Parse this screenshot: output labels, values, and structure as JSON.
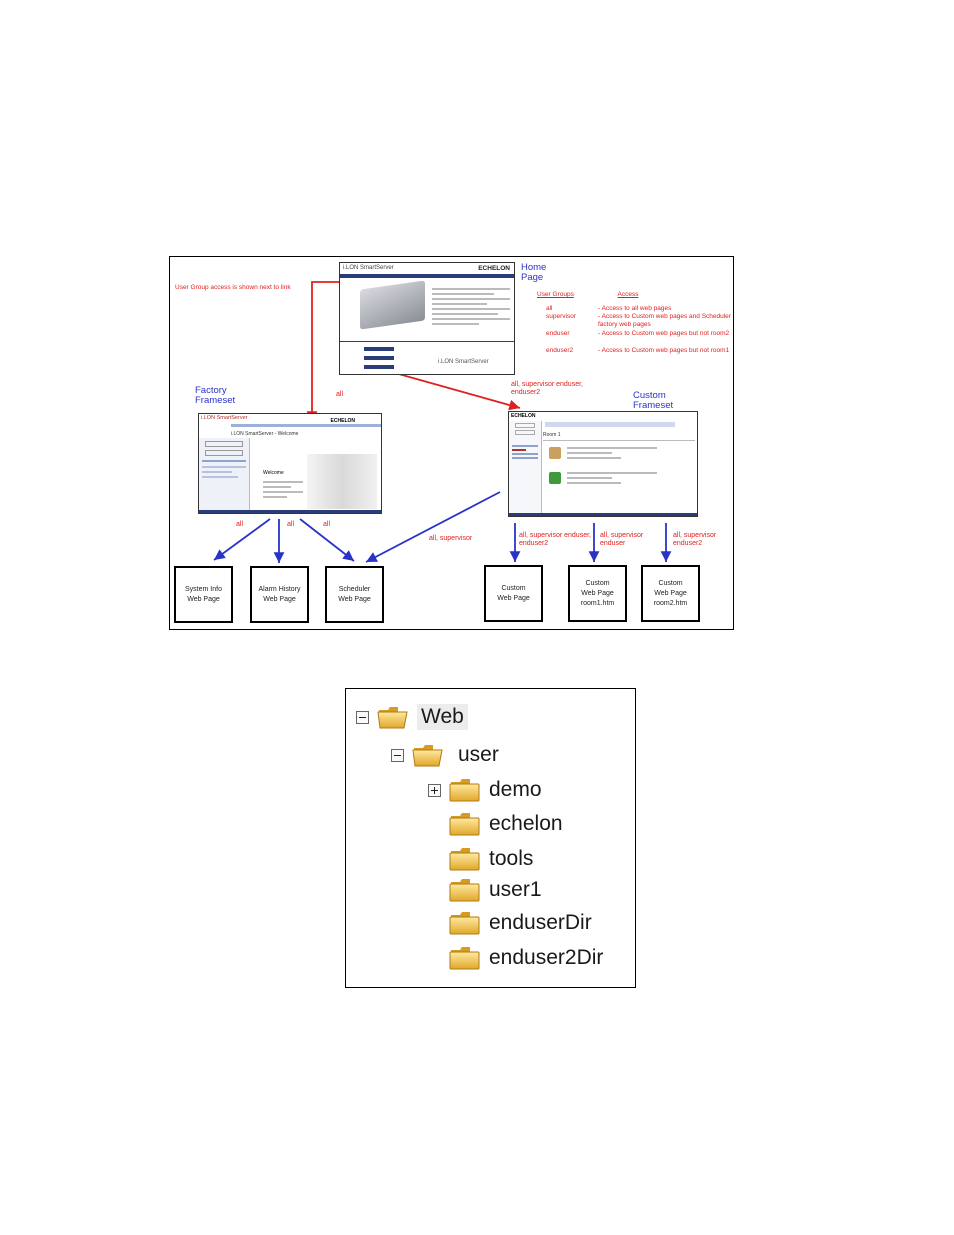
{
  "diagram": {
    "note": "User Group access is shown next to link",
    "home_page": "Home Page",
    "factory_frameset": "Factory Frameset",
    "custom_frameset": "Custom Frameset",
    "legend": {
      "header_groups": "User Groups",
      "header_access": "Access",
      "rows": [
        {
          "group": "all",
          "access": "- Access to all web pages"
        },
        {
          "group": "supervisor",
          "access": "- Access to Custom web pages and Scheduler factory web pages"
        },
        {
          "group": "enduser",
          "access": "- Access to Custom web pages but not room2"
        },
        {
          "group": "enduser2",
          "access": "- Access to Custom web pages but not room1"
        }
      ]
    },
    "home_brand": "i.LON SmartServer",
    "home_logo": "ECHELON",
    "home_footer": "i.LON SmartServer",
    "factory_brand": "i.LON SmartServer",
    "factory_logo": "ECHELON",
    "factory_title": "i.LON SmartServer - Welcome",
    "factory_welcome": "Welcome",
    "custom_logo": "ECHELON",
    "custom_room": "Room 1",
    "link_labels": {
      "home_to_factory": "all",
      "home_to_custom": "all, supervisor enduser, enduser2",
      "factory_sys": "all",
      "factory_alarm": "all",
      "factory_sched": "all",
      "custom_sched": "all, supervisor",
      "custom_web": "all, supervisor enduser, enduser2",
      "custom_room1": "all, supervisor enduser",
      "custom_room2": "all, supervisor enduser2"
    },
    "pages": [
      {
        "id": "sysinfo",
        "lines": [
          "System Info",
          "Web Page"
        ]
      },
      {
        "id": "alarm",
        "lines": [
          "Alarm History",
          "Web Page"
        ]
      },
      {
        "id": "sched",
        "lines": [
          "Scheduler",
          "Web Page"
        ]
      },
      {
        "id": "custom",
        "lines": [
          "Custom",
          "Web Page"
        ]
      },
      {
        "id": "room1",
        "lines": [
          "Custom",
          "Web Page",
          "room1.htm"
        ]
      },
      {
        "id": "room2",
        "lines": [
          "Custom",
          "Web Page",
          "room2.htm"
        ]
      }
    ],
    "colors": {
      "red": "#e02020",
      "blue": "#2a33c8",
      "folder": "#f2c94c"
    }
  },
  "tree": {
    "nodes": [
      {
        "label": "Web",
        "toggle": "minus",
        "level": 0
      },
      {
        "label": "user",
        "toggle": "minus",
        "level": 1
      },
      {
        "label": "demo",
        "toggle": "plus",
        "level": 2
      },
      {
        "label": "echelon",
        "toggle": "none",
        "level": 2
      },
      {
        "label": "tools",
        "toggle": "none",
        "level": 2
      },
      {
        "label": "user1",
        "toggle": "none",
        "level": 2
      },
      {
        "label": "enduserDir",
        "toggle": "none",
        "level": 2
      },
      {
        "label": "enduser2Dir",
        "toggle": "none",
        "level": 2
      }
    ]
  }
}
